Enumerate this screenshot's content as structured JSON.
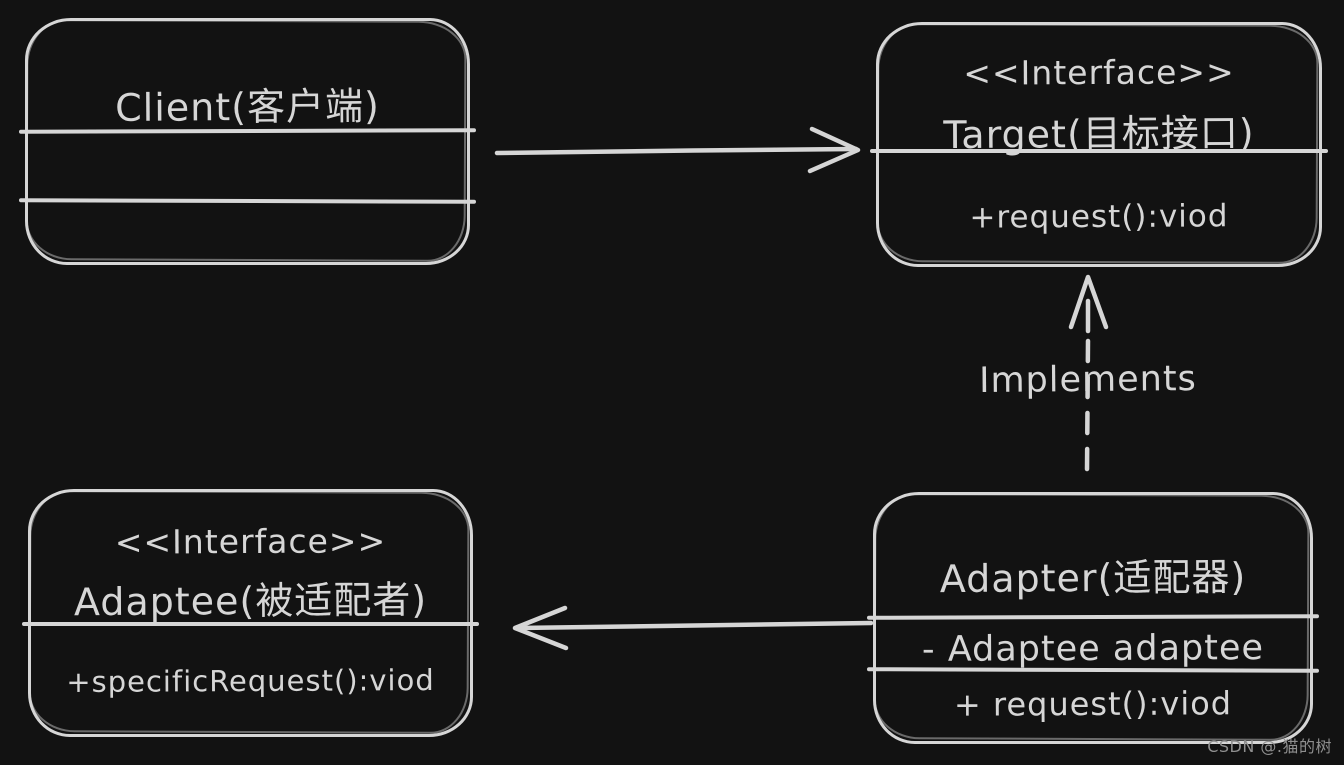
{
  "colors": {
    "background": "#121212",
    "stroke": "#d6d6d6",
    "watermark_color": "#8f8f8f"
  },
  "boxes": {
    "client": {
      "title": "Client(客户端)"
    },
    "target": {
      "stereotype": "<<Interface>>",
      "title": "Target(目标接口)",
      "methods": [
        "+request():viod"
      ]
    },
    "adaptee": {
      "stereotype": "<<Interface>>",
      "title": "Adaptee(被适配者)",
      "methods": [
        "+specificRequest():viod"
      ]
    },
    "adapter": {
      "title": "Adapter(适配器)",
      "fields": [
        "- Adaptee adaptee"
      ],
      "methods": [
        "+ request():viod"
      ]
    }
  },
  "relations": {
    "implements_label": "Implements"
  },
  "watermark": "CSDN @.猫的树"
}
